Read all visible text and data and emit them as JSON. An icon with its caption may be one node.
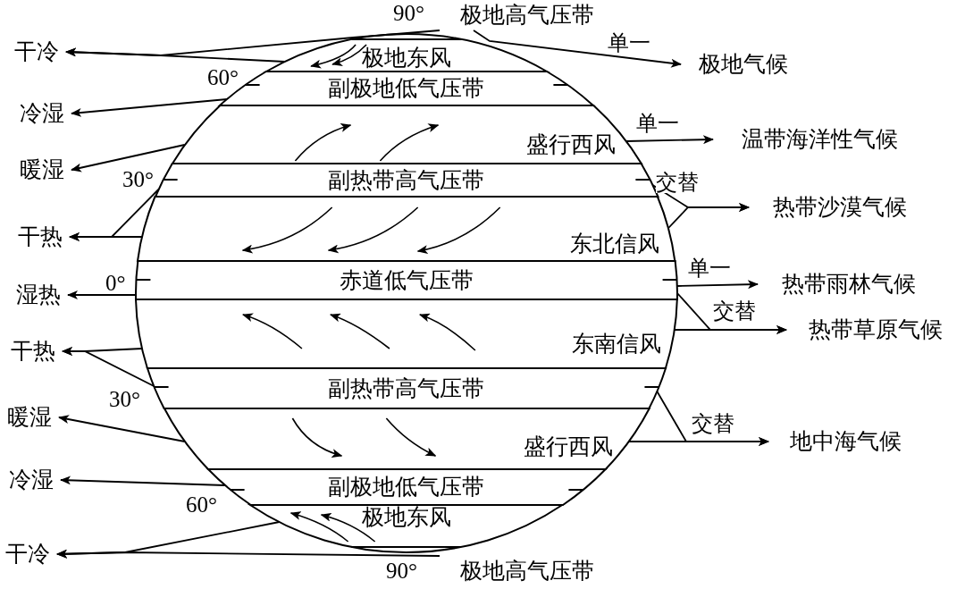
{
  "diagram": {
    "nodes": [
      {
        "text": [
          "极地高气压带"
        ]
      },
      {
        "text": [
          "极地东风"
        ]
      },
      {
        "text": [
          "副极地低气压带"
        ]
      },
      {
        "text": [
          "盛行西风"
        ]
      },
      {
        "text": [
          "副热带高气压带"
        ]
      },
      {
        "text": [
          "东北信风"
        ]
      },
      {
        "text": [
          "赤道低气压带"
        ]
      },
      {
        "text": [
          "东南信风"
        ]
      },
      {
        "text": [
          "副热带高气压带"
        ]
      },
      {
        "text": [
          "盛行西风"
        ]
      },
      {
        "text": [
          "副极地低气压带"
        ]
      },
      {
        "text": [
          "极地东风"
        ]
      },
      {
        "text": [
          "极地高气压带"
        ]
      },
      {
        "text": [
          "干冷"
        ]
      },
      {
        "text": [
          "冷湿"
        ]
      },
      {
        "text": [
          "暖湿"
        ]
      },
      {
        "text": [
          "干热"
        ]
      },
      {
        "text": [
          "湿热"
        ]
      },
      {
        "text": [
          "干热"
        ]
      },
      {
        "text": [
          "暖湿"
        ]
      },
      {
        "text": [
          "冷湿"
        ]
      },
      {
        "text": [
          "干冷"
        ]
      },
      {
        "text": [
          "极地气候"
        ]
      },
      {
        "text": [
          "温带海洋性气候"
        ]
      },
      {
        "text": [
          "热带沙漠气候"
        ]
      },
      {
        "text": [
          "热带雨林气候"
        ]
      },
      {
        "text": [
          "热带草原气候"
        ]
      },
      {
        "text": [
          "地中海气候"
        ]
      }
    ],
    "edges": [
      {
        "from": 0,
        "to": 13,
        "arrow": "to"
      },
      {
        "from": 1,
        "to": 13,
        "arrow": "to"
      },
      {
        "from": 0,
        "to": 22,
        "arrow": "to",
        "label": "单一"
      },
      {
        "from": 2,
        "to": 14,
        "arrow": "to"
      },
      {
        "from": 3,
        "to": 15,
        "arrow": "to"
      },
      {
        "from": 4,
        "to": 16,
        "arrow": "to"
      },
      {
        "from": 5,
        "to": 16,
        "arrow": "to"
      },
      {
        "from": 6,
        "to": 17,
        "arrow": "to"
      },
      {
        "from": 3,
        "to": 23,
        "arrow": "to",
        "label": "单一"
      },
      {
        "from": 4,
        "to": 24,
        "arrow": "to",
        "label": "交替"
      },
      {
        "from": 5,
        "to": 24,
        "arrow": "to"
      },
      {
        "from": 6,
        "to": 25,
        "arrow": "to",
        "label": "单一"
      },
      {
        "from": 6,
        "to": 26,
        "arrow": "to",
        "label": "交替"
      },
      {
        "from": 7,
        "to": 26,
        "arrow": "to"
      },
      {
        "from": 8,
        "to": 27,
        "arrow": "to",
        "label": "交替"
      },
      {
        "from": 9,
        "to": 27,
        "arrow": "to"
      },
      {
        "from": 8,
        "to": 18,
        "arrow": "to"
      },
      {
        "from": 7,
        "to": 18,
        "arrow": "to"
      },
      {
        "from": 9,
        "to": 19,
        "arrow": "to"
      },
      {
        "from": 10,
        "to": 20,
        "arrow": "to"
      },
      {
        "from": 11,
        "to": 21,
        "arrow": "to"
      },
      {
        "from": 12,
        "to": 21,
        "arrow": "to"
      }
    ],
    "labels": [
      "90°",
      "60°",
      "30°",
      "0°",
      "30°",
      "60°",
      "90°"
    ]
  }
}
